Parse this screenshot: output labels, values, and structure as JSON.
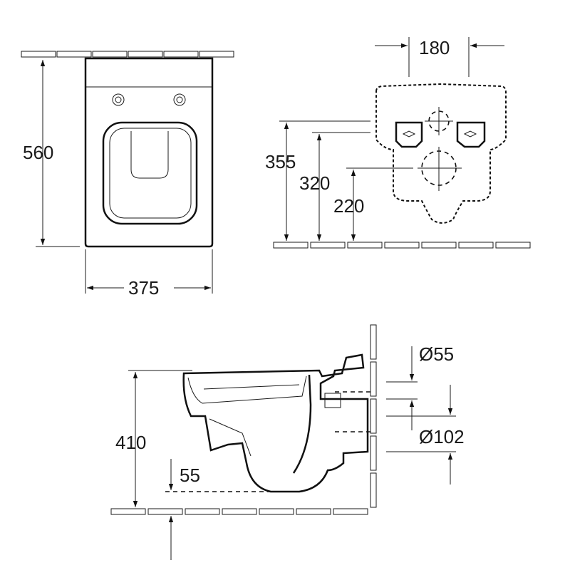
{
  "dimensions": {
    "top_height": "560",
    "top_width": "375",
    "rear_spacing": "180",
    "rear_h1": "355",
    "rear_h2": "320",
    "rear_h3": "220",
    "side_height": "410",
    "side_offset": "55",
    "inlet_diameter": "Ø55",
    "outlet_diameter": "Ø102"
  },
  "colors": {
    "line": "#111111",
    "background": "#ffffff"
  }
}
